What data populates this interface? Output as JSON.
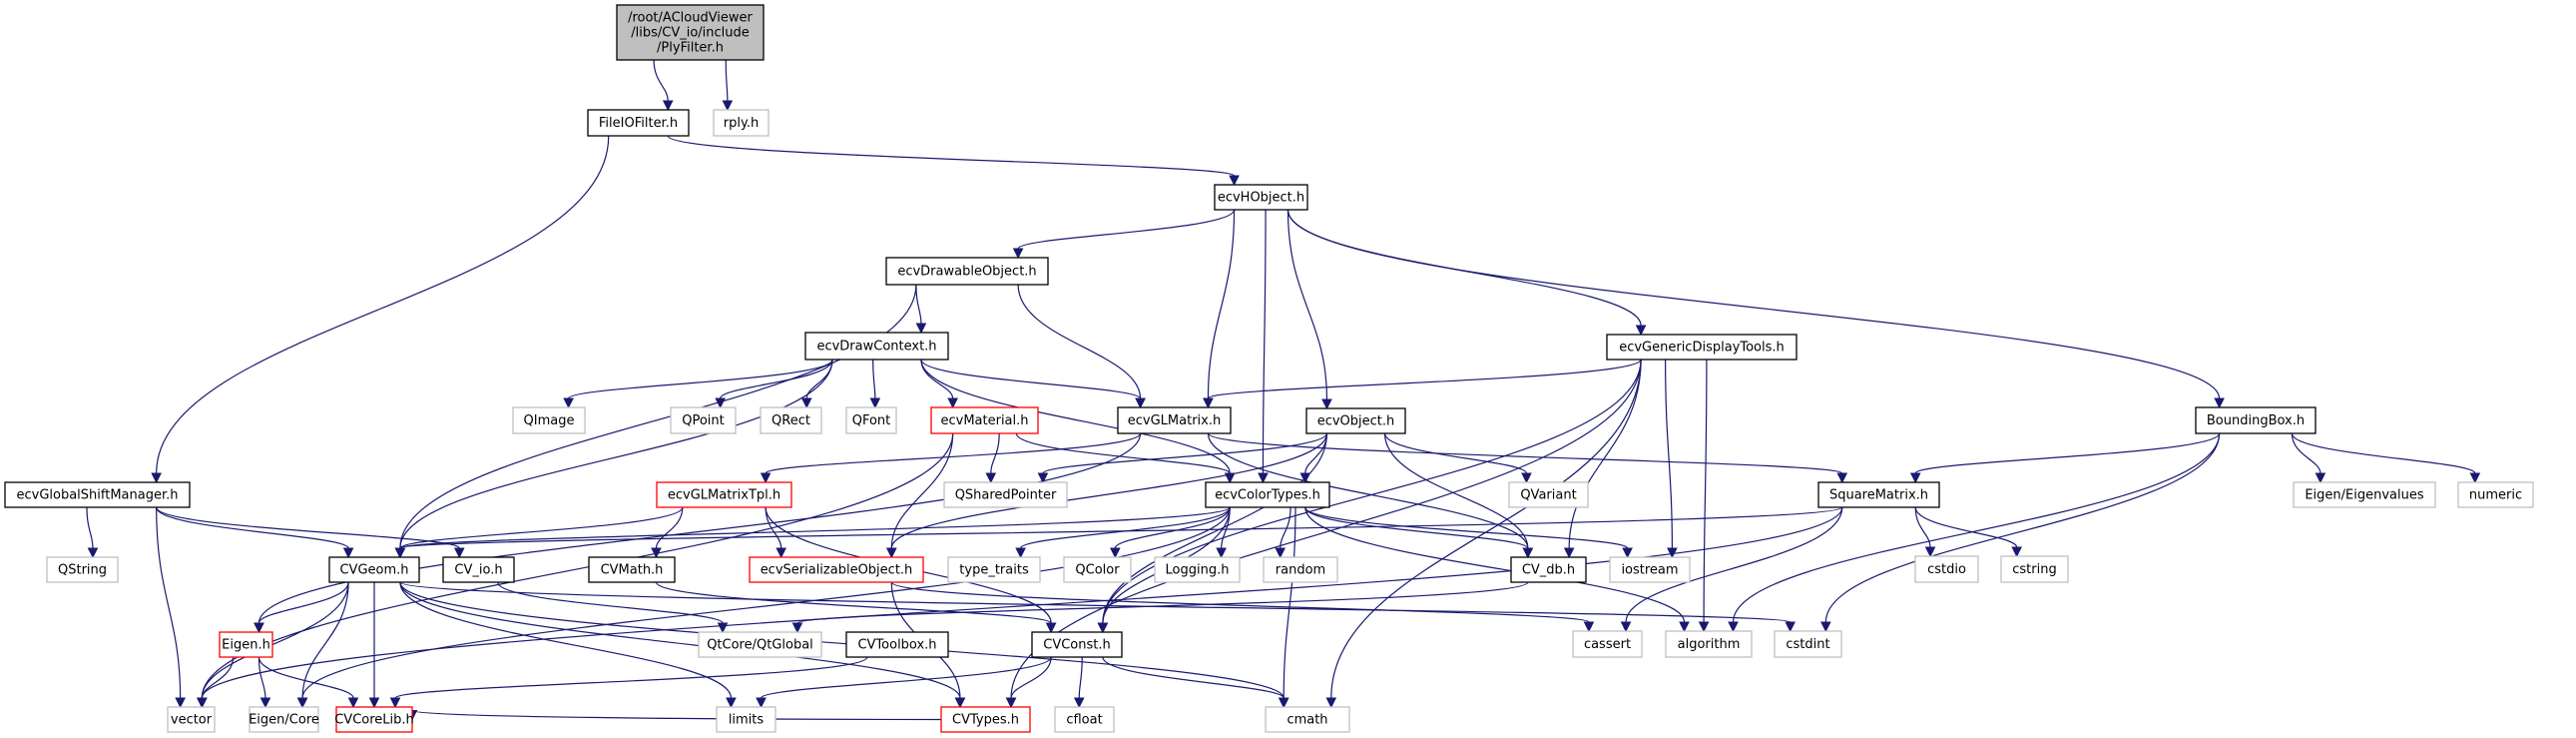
{
  "title": "Include dependency graph for PlyFilter.h",
  "colors": {
    "edge": "#191970",
    "root_fill": "#bfbfbf",
    "normal_border": "#000000",
    "external_border": "#bfbfbf",
    "missing_border": "#ff0000"
  },
  "nodes": [
    {
      "id": "plyfilter",
      "lines": [
        "/root/ACloudViewer",
        "/libs/CV_io/include",
        "/PlyFilter.h"
      ],
      "kind": "root"
    },
    {
      "id": "fileiofilter",
      "lines": [
        "FileIOFilter.h"
      ],
      "kind": "normal"
    },
    {
      "id": "rply",
      "lines": [
        "rply.h"
      ],
      "kind": "external"
    },
    {
      "id": "ecvhobject",
      "lines": [
        "ecvHObject.h"
      ],
      "kind": "normal"
    },
    {
      "id": "ecvdrawableobject",
      "lines": [
        "ecvDrawableObject.h"
      ],
      "kind": "normal"
    },
    {
      "id": "ecvdrawcontext",
      "lines": [
        "ecvDrawContext.h"
      ],
      "kind": "normal"
    },
    {
      "id": "ecvgenericdisplaytools",
      "lines": [
        "ecvGenericDisplayTools.h"
      ],
      "kind": "normal"
    },
    {
      "id": "boundingbox",
      "lines": [
        "BoundingBox.h"
      ],
      "kind": "normal"
    },
    {
      "id": "qimage",
      "lines": [
        "QImage"
      ],
      "kind": "external"
    },
    {
      "id": "qpoint",
      "lines": [
        "QPoint"
      ],
      "kind": "external"
    },
    {
      "id": "qrect",
      "lines": [
        "QRect"
      ],
      "kind": "external"
    },
    {
      "id": "qfont",
      "lines": [
        "QFont"
      ],
      "kind": "external"
    },
    {
      "id": "ecvmaterial",
      "lines": [
        "ecvMaterial.h"
      ],
      "kind": "missing"
    },
    {
      "id": "ecvglmatrix",
      "lines": [
        "ecvGLMatrix.h"
      ],
      "kind": "normal"
    },
    {
      "id": "ecvobject",
      "lines": [
        "ecvObject.h"
      ],
      "kind": "normal"
    },
    {
      "id": "ecvglobalshiftmanager",
      "lines": [
        "ecvGlobalShiftManager.h"
      ],
      "kind": "normal"
    },
    {
      "id": "ecvglmatrixtpl",
      "lines": [
        "ecvGLMatrixTpl.h"
      ],
      "kind": "missing"
    },
    {
      "id": "qsharedpointer",
      "lines": [
        "QSharedPointer"
      ],
      "kind": "external"
    },
    {
      "id": "ecvcolortypes",
      "lines": [
        "ecvColorTypes.h"
      ],
      "kind": "normal"
    },
    {
      "id": "qvariant",
      "lines": [
        "QVariant"
      ],
      "kind": "external"
    },
    {
      "id": "squarematrix",
      "lines": [
        "SquareMatrix.h"
      ],
      "kind": "normal"
    },
    {
      "id": "eigenvalues",
      "lines": [
        "Eigen/Eigenvalues"
      ],
      "kind": "external"
    },
    {
      "id": "numeric",
      "lines": [
        "numeric"
      ],
      "kind": "external"
    },
    {
      "id": "qstring",
      "lines": [
        "QString"
      ],
      "kind": "external"
    },
    {
      "id": "cvgeom",
      "lines": [
        "CVGeom.h"
      ],
      "kind": "normal"
    },
    {
      "id": "cvio",
      "lines": [
        "CV_io.h"
      ],
      "kind": "normal"
    },
    {
      "id": "cvmath",
      "lines": [
        "CVMath.h"
      ],
      "kind": "normal"
    },
    {
      "id": "ecvserializableobject",
      "lines": [
        "ecvSerializableObject.h"
      ],
      "kind": "missing"
    },
    {
      "id": "typetraits",
      "lines": [
        "type_traits"
      ],
      "kind": "external"
    },
    {
      "id": "qcolor",
      "lines": [
        "QColor"
      ],
      "kind": "external"
    },
    {
      "id": "logging",
      "lines": [
        "Logging.h"
      ],
      "kind": "external"
    },
    {
      "id": "random",
      "lines": [
        "random"
      ],
      "kind": "external"
    },
    {
      "id": "cvdb",
      "lines": [
        "CV_db.h"
      ],
      "kind": "normal"
    },
    {
      "id": "iostream",
      "lines": [
        "iostream"
      ],
      "kind": "external"
    },
    {
      "id": "cstdio",
      "lines": [
        "cstdio"
      ],
      "kind": "external"
    },
    {
      "id": "cstring",
      "lines": [
        "cstring"
      ],
      "kind": "external"
    },
    {
      "id": "eigen",
      "lines": [
        "Eigen.h"
      ],
      "kind": "missing"
    },
    {
      "id": "qtglobal",
      "lines": [
        "QtCore/QtGlobal"
      ],
      "kind": "external"
    },
    {
      "id": "cvtoolbox",
      "lines": [
        "CVToolbox.h"
      ],
      "kind": "normal"
    },
    {
      "id": "cvconst",
      "lines": [
        "CVConst.h"
      ],
      "kind": "normal"
    },
    {
      "id": "cassert",
      "lines": [
        "cassert"
      ],
      "kind": "external"
    },
    {
      "id": "algorithm",
      "lines": [
        "algorithm"
      ],
      "kind": "external"
    },
    {
      "id": "cstdint",
      "lines": [
        "cstdint"
      ],
      "kind": "external"
    },
    {
      "id": "vector",
      "lines": [
        "vector"
      ],
      "kind": "external"
    },
    {
      "id": "eigencore",
      "lines": [
        "Eigen/Core"
      ],
      "kind": "external"
    },
    {
      "id": "cvcorelib",
      "lines": [
        "CVCoreLib.h"
      ],
      "kind": "missing"
    },
    {
      "id": "limits",
      "lines": [
        "limits"
      ],
      "kind": "external"
    },
    {
      "id": "cvtypes",
      "lines": [
        "CVTypes.h"
      ],
      "kind": "missing"
    },
    {
      "id": "cfloat",
      "lines": [
        "cfloat"
      ],
      "kind": "external"
    },
    {
      "id": "cmath",
      "lines": [
        "cmath"
      ],
      "kind": "external"
    }
  ],
  "edges": [
    [
      "plyfilter",
      "fileiofilter"
    ],
    [
      "plyfilter",
      "rply"
    ],
    [
      "fileiofilter",
      "ecvhobject"
    ],
    [
      "fileiofilter",
      "ecvglobalshiftmanager"
    ],
    [
      "ecvhobject",
      "ecvdrawableobject"
    ],
    [
      "ecvhobject",
      "ecvglmatrix"
    ],
    [
      "ecvhobject",
      "ecvcolortypes"
    ],
    [
      "ecvhobject",
      "ecvobject"
    ],
    [
      "ecvhobject",
      "ecvgenericdisplaytools"
    ],
    [
      "ecvhobject",
      "boundingbox"
    ],
    [
      "ecvdrawableobject",
      "ecvdrawcontext"
    ],
    [
      "ecvdrawableobject",
      "ecvglmatrix"
    ],
    [
      "ecvdrawableobject",
      "cvgeom"
    ],
    [
      "ecvdrawcontext",
      "qimage"
    ],
    [
      "ecvdrawcontext",
      "qpoint"
    ],
    [
      "ecvdrawcontext",
      "qrect"
    ],
    [
      "ecvdrawcontext",
      "qfont"
    ],
    [
      "ecvdrawcontext",
      "ecvmaterial"
    ],
    [
      "ecvdrawcontext",
      "ecvglmatrix"
    ],
    [
      "ecvdrawcontext",
      "ecvcolortypes"
    ],
    [
      "ecvdrawcontext",
      "cvgeom"
    ],
    [
      "ecvgenericdisplaytools",
      "ecvglmatrix"
    ],
    [
      "ecvgenericdisplaytools",
      "cvdb"
    ],
    [
      "ecvgenericdisplaytools",
      "iostream"
    ],
    [
      "ecvgenericdisplaytools",
      "cvconst"
    ],
    [
      "ecvgenericdisplaytools",
      "cvtypes"
    ],
    [
      "ecvgenericdisplaytools",
      "algorithm"
    ],
    [
      "ecvgenericdisplaytools",
      "cmath"
    ],
    [
      "boundingbox",
      "squarematrix"
    ],
    [
      "boundingbox",
      "eigenvalues"
    ],
    [
      "boundingbox",
      "numeric"
    ],
    [
      "boundingbox",
      "algorithm"
    ],
    [
      "boundingbox",
      "cstdint"
    ],
    [
      "ecvmaterial",
      "qsharedpointer"
    ],
    [
      "ecvmaterial",
      "ecvcolortypes"
    ],
    [
      "ecvmaterial",
      "ecvserializableobject"
    ],
    [
      "ecvmaterial",
      "vector"
    ],
    [
      "ecvglmatrix",
      "ecvglmatrixtpl"
    ],
    [
      "ecvglmatrix",
      "squarematrix"
    ],
    [
      "ecvglmatrix",
      "cvdb"
    ],
    [
      "ecvglmatrix",
      "eigen"
    ],
    [
      "ecvobject",
      "ecvcolortypes"
    ],
    [
      "ecvobject",
      "qsharedpointer"
    ],
    [
      "ecvobject",
      "qvariant"
    ],
    [
      "ecvobject",
      "cvdb"
    ],
    [
      "ecvobject",
      "ecvserializableobject"
    ],
    [
      "ecvobject",
      "cvconst"
    ],
    [
      "ecvglobalshiftmanager",
      "qstring"
    ],
    [
      "ecvglobalshiftmanager",
      "vector"
    ],
    [
      "ecvglobalshiftmanager",
      "cvgeom"
    ],
    [
      "ecvglobalshiftmanager",
      "cvio"
    ],
    [
      "ecvglmatrixtpl",
      "cvgeom"
    ],
    [
      "ecvglmatrixtpl",
      "cvmath"
    ],
    [
      "ecvglmatrixtpl",
      "ecvserializableobject"
    ],
    [
      "ecvglmatrixtpl",
      "cvconst"
    ],
    [
      "ecvcolortypes",
      "cvgeom"
    ],
    [
      "ecvcolortypes",
      "typetraits"
    ],
    [
      "ecvcolortypes",
      "qcolor"
    ],
    [
      "ecvcolortypes",
      "logging"
    ],
    [
      "ecvcolortypes",
      "random"
    ],
    [
      "ecvcolortypes",
      "cvdb"
    ],
    [
      "ecvcolortypes",
      "iostream"
    ],
    [
      "ecvcolortypes",
      "cvconst"
    ],
    [
      "ecvcolortypes",
      "cmath"
    ],
    [
      "ecvcolortypes",
      "algorithm"
    ],
    [
      "ecvcolortypes",
      "eigencore"
    ],
    [
      "squarematrix",
      "cvgeom"
    ],
    [
      "squarematrix",
      "cstdio"
    ],
    [
      "squarematrix",
      "cstring"
    ],
    [
      "squarematrix",
      "cassert"
    ],
    [
      "squarematrix",
      "vector"
    ],
    [
      "cvgeom",
      "eigen"
    ],
    [
      "cvgeom",
      "vector"
    ],
    [
      "cvgeom",
      "eigencore"
    ],
    [
      "cvgeom",
      "cvcorelib"
    ],
    [
      "cvgeom",
      "limits"
    ],
    [
      "cvgeom",
      "cvtypes"
    ],
    [
      "cvgeom",
      "cmath"
    ],
    [
      "cvgeom",
      "cstdint"
    ],
    [
      "cvio",
      "qtglobal"
    ],
    [
      "cvmath",
      "cvconst"
    ],
    [
      "ecvserializableobject",
      "cvtypes"
    ],
    [
      "ecvserializableobject",
      "cassert"
    ],
    [
      "cvdb",
      "qtglobal"
    ],
    [
      "eigen",
      "vector"
    ],
    [
      "eigen",
      "eigencore"
    ],
    [
      "eigen",
      "cvcorelib"
    ],
    [
      "cvtoolbox",
      "cvcorelib"
    ],
    [
      "cvconst",
      "cvtypes"
    ],
    [
      "cvconst",
      "cfloat"
    ],
    [
      "cvconst",
      "cmath"
    ],
    [
      "cvconst",
      "limits"
    ],
    [
      "cvtypes",
      "cvcorelib"
    ]
  ]
}
